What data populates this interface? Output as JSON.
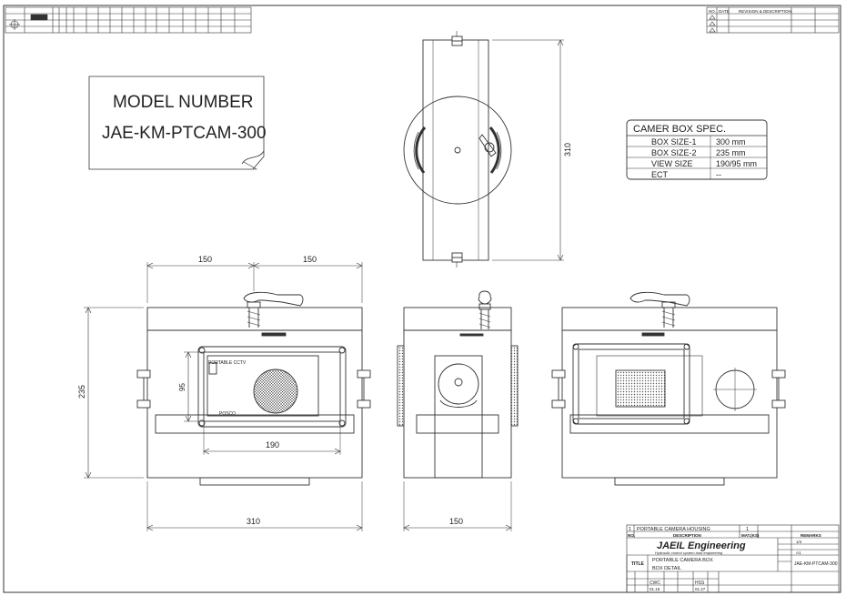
{
  "model_box": {
    "heading": "MODEL NUMBER",
    "number": "JAE-KM-PTCAM-300"
  },
  "spec_table": {
    "title": "CAMER BOX SPEC.",
    "rows": [
      {
        "label": "BOX SIZE-1",
        "value": "300 mm"
      },
      {
        "label": "BOX SIZE-2",
        "value": "235 mm"
      },
      {
        "label": "VIEW SIZE",
        "value": "190/95 mm"
      },
      {
        "label": "ECT",
        "value": "--"
      }
    ]
  },
  "dimensions": {
    "top_height": "310",
    "front_left_width": "150",
    "front_right_width": "150",
    "front_height": "235",
    "window_height": "95",
    "window_width": "190",
    "front_total_width": "310",
    "side_width": "150"
  },
  "front_labels": {
    "portable": "PORTABLE CCTV",
    "posco": "POSCO"
  },
  "revision_block": {
    "no": "NO.",
    "date": "DATE",
    "desc": "REVISION & DESCRIPTION"
  },
  "title_block": {
    "item_no": "1",
    "item_desc": "PORTABLE CAMERA HOUSING",
    "qty": "1",
    "no_label": "NO.",
    "desc_label": "DESCRIPTION",
    "mat_label": "MAT.(KS)",
    "remarks_label": "REMARKS",
    "company": "JAEIL Engineering",
    "company_sub": "Hydraulic control system total engineering",
    "title_label": "TITLE",
    "title_line1": "PORTABLE CAMERA BOX",
    "title_line2": "BOX DETAIL",
    "scale_value": "1/4",
    "size_value": "A1",
    "drawing_no": "JAE-KM-PTCAM-300",
    "drawn": "CWC",
    "checked": "HSS",
    "date1": "01.15",
    "date2": "01.27"
  },
  "colors": {
    "line": "#333333",
    "accent": "#000000"
  }
}
